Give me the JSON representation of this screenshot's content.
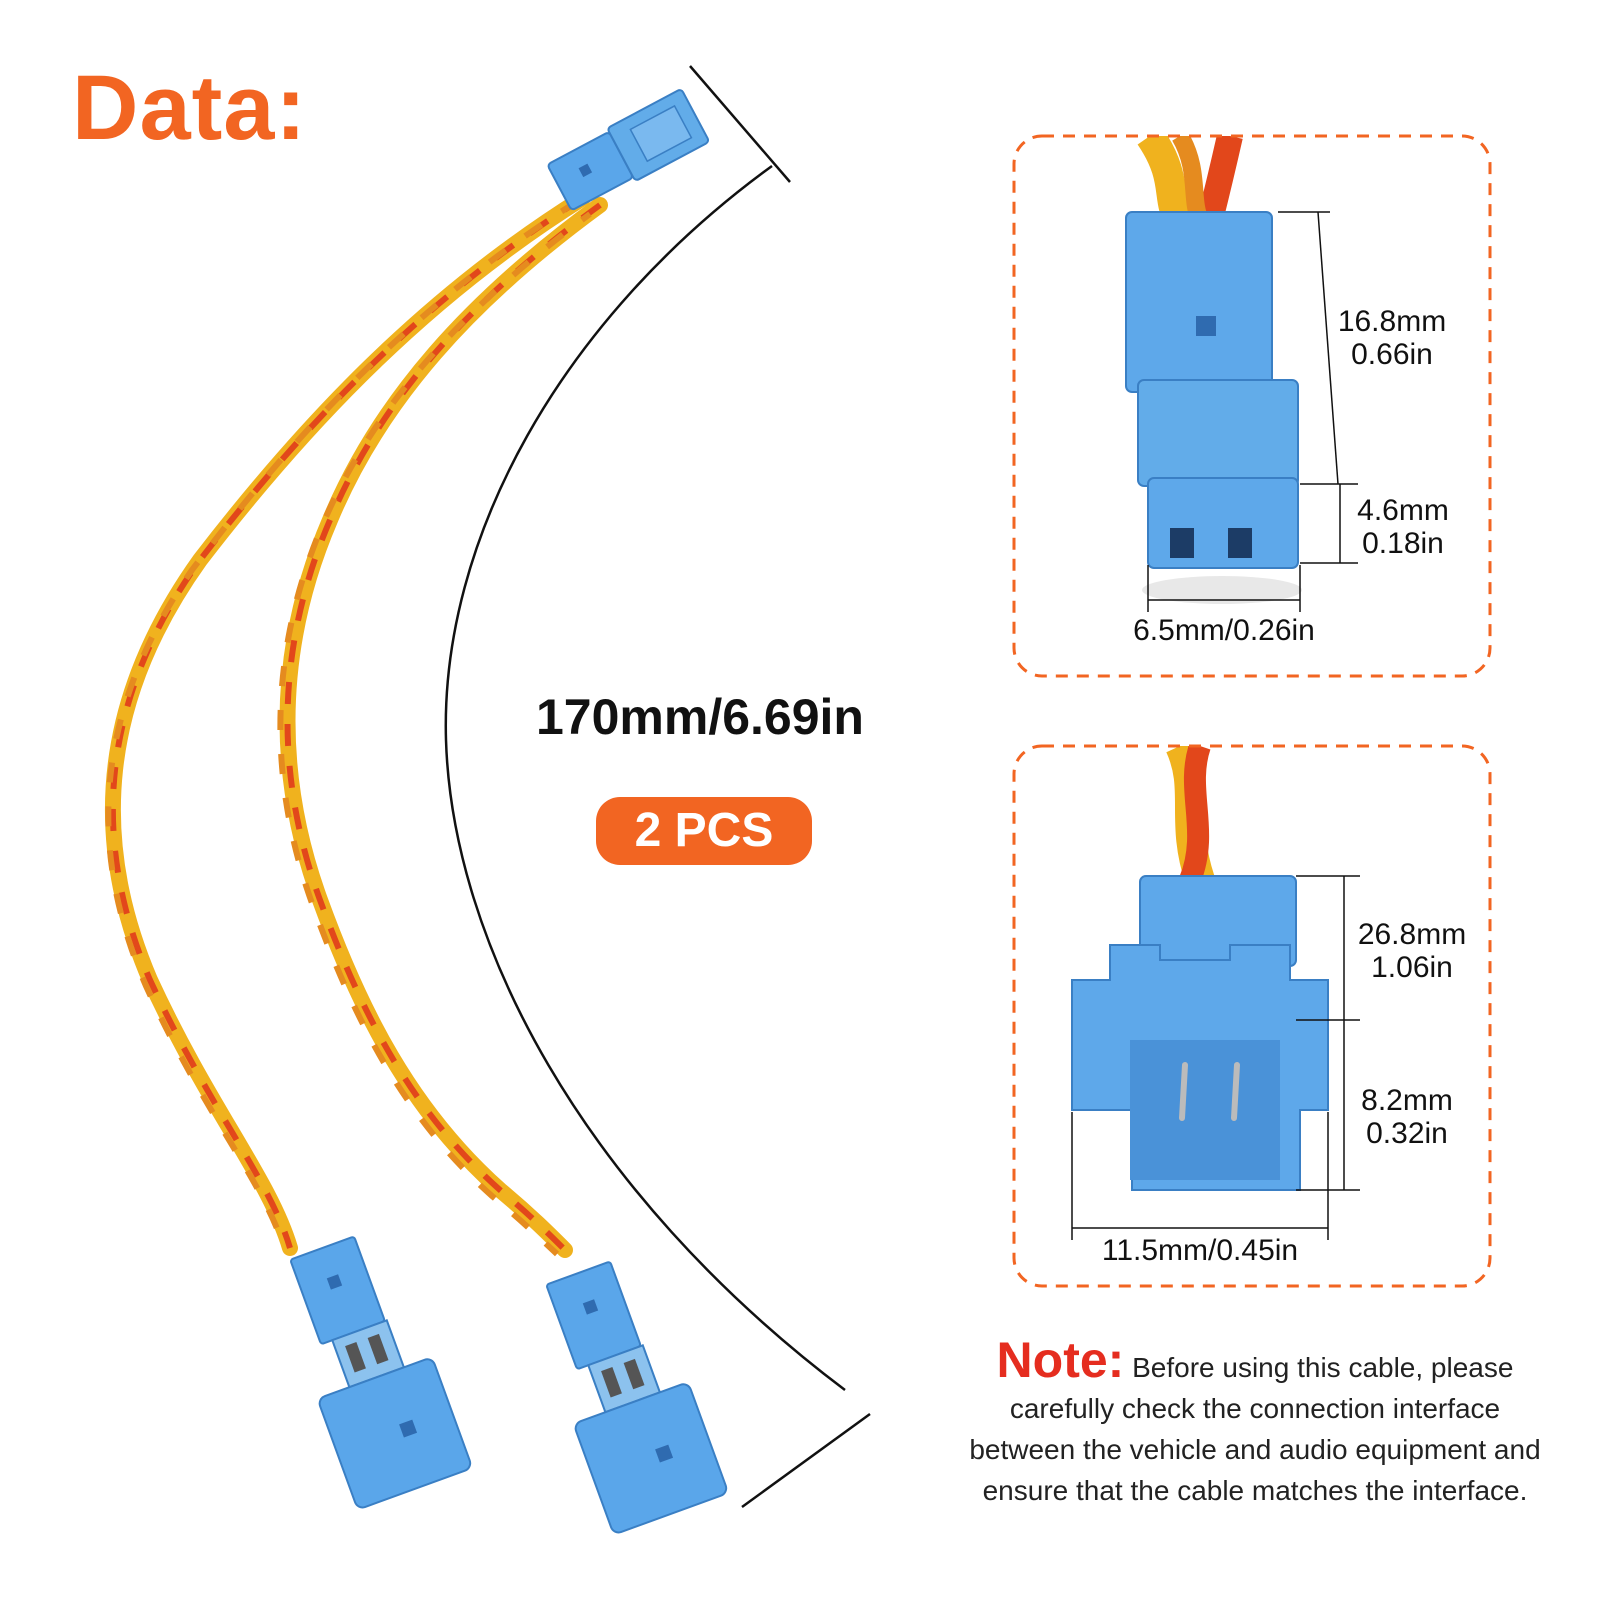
{
  "title": "Data:",
  "length": "170mm/6.69in",
  "quantity": "2 PCS",
  "detail_top": {
    "height_mm": "16.8mm",
    "height_in": "0.66in",
    "pin_mm": "4.6mm",
    "pin_in": "0.18in",
    "width": "6.5mm/0.26in"
  },
  "detail_bottom": {
    "height_mm": "26.8mm",
    "height_in": "1.06in",
    "pin_mm": "8.2mm",
    "pin_in": "0.32in",
    "width": "11.5mm/0.45in"
  },
  "note": {
    "heading": "Note:",
    "text": "Before using this cable, please carefully check the connection interface between the vehicle and audio equipment and ensure that the cable matches the interface."
  },
  "colors": {
    "accent": "#f26522",
    "connector_blue": "#4f9ee6",
    "wire_yellow": "#f0b21e",
    "wire_red": "#e2471b"
  }
}
